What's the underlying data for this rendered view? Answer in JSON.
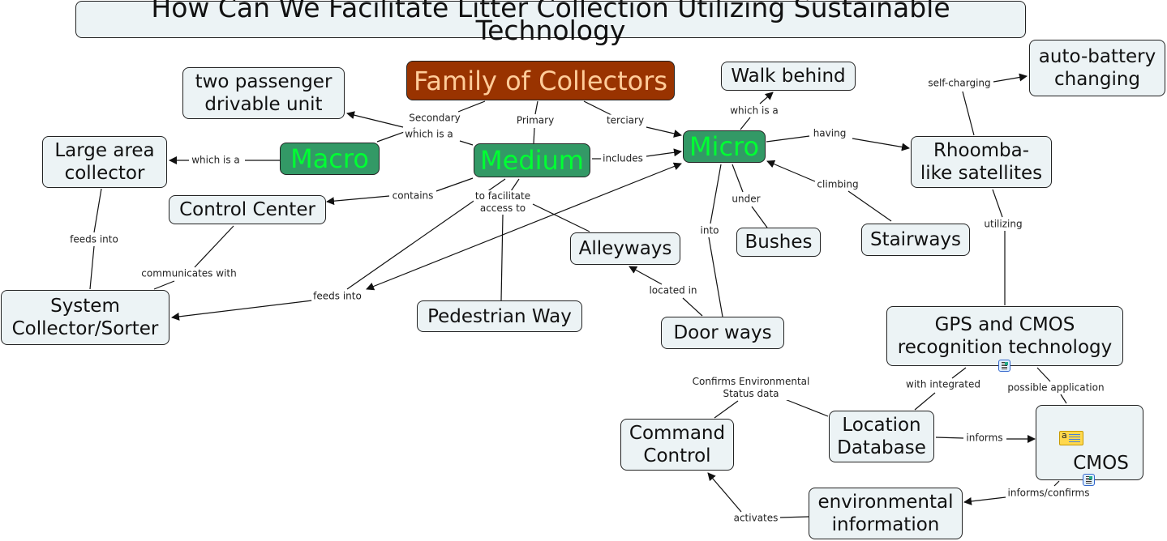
{
  "title": "How Can We Facilitate Litter Collection Utilizing Sustainable Technology",
  "colors": {
    "concept_fill": "#ecf3f5",
    "root_fill": "#993300",
    "root_text": "#ffcc99",
    "category_fill": "#339966",
    "category_text": "#00ff33",
    "line": "#111111"
  },
  "nodes": {
    "family": "Family of Collectors",
    "macro": "Macro",
    "medium": "Medium",
    "micro": "Micro",
    "two_passenger": "two passenger\ndrivable unit",
    "large_area": "Large area\ncollector",
    "control_center": "Control Center",
    "system_collector": "System\nCollector/Sorter",
    "pedestrian_way": "Pedestrian Way",
    "alleyways": "Alleyways",
    "door_ways": "Door ways",
    "walk_behind": "Walk behind",
    "bushes": "Bushes",
    "stairways": "Stairways",
    "rhoomba": "Rhoomba-\nlike satellites",
    "auto_battery": "auto-battery\nchanging",
    "gps_cmos": "GPS and CMOS\nrecognition technology",
    "location_db": "Location\nDatabase",
    "cmos": "CMOS",
    "command_control": "Command\nControl",
    "env_info": "environmental\ninformation"
  },
  "links": {
    "secondary": "Secondary",
    "which_is_a_macro": "which is a",
    "primary": "Primary",
    "terciary": "terciary",
    "includes": "includes",
    "which_is_a_large": "which is a",
    "contains": "contains",
    "to_facilitate": "to facilitate\naccess to",
    "feeds_into_large": "feeds into",
    "communicates_with": "communicates with",
    "feeds_into_medium": "feeds into",
    "which_is_a_walk": "which is a",
    "having": "having",
    "under": "under",
    "into": "into",
    "climbing": "climbing",
    "located_in": "located in",
    "self_charging": "self-charging",
    "utilizing": "utilizing",
    "with_integrated": "with integrated",
    "possible_application": "possible application",
    "confirms_env": "Confirms Environmental\nStatus data",
    "informs": "informs",
    "informs_confirms": "informs/confirms",
    "activates": "activates"
  },
  "icons": {
    "gps_resource": "image-resource-icon",
    "cmos_note": "annotation-note-icon",
    "cmos_resource": "image-resource-icon"
  }
}
